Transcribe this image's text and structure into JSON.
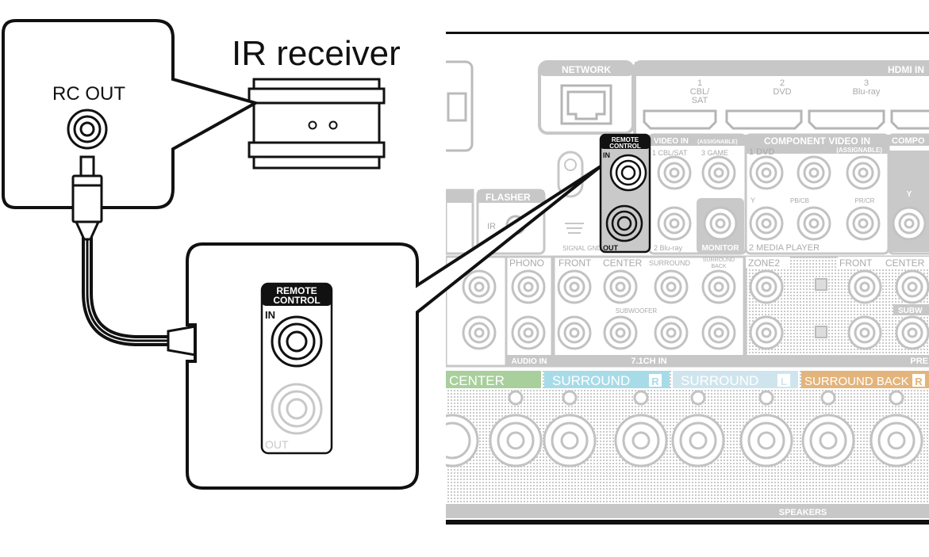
{
  "ir_receiver_title": "IR receiver",
  "callout_left": {
    "label": "RC OUT"
  },
  "callout_bottom": {
    "header": [
      "REMOTE",
      "CONTROL"
    ],
    "in_label": "IN",
    "out_label": "OUT"
  },
  "panel": {
    "network": "NETWORK",
    "hdmi": "HDMI IN",
    "hdmi_inputs": [
      {
        "num": "1",
        "name": "CBL/",
        "name2": "SAT"
      },
      {
        "num": "2",
        "name": "DVD",
        "name2": ""
      },
      {
        "num": "3",
        "name": "Blu-ray",
        "name2": ""
      }
    ],
    "remote_header": [
      "REMOTE",
      "CONTROL"
    ],
    "remote_in": "IN",
    "remote_out": "OUT",
    "video_in": "VIDEO IN",
    "video_in_note": "(ASSIGNABLE)",
    "video_1": "1 CBL/SAT",
    "video_3": "3 GAME",
    "video_2": "2 Blu-ray",
    "monitor": "MONITOR",
    "component_video_in": "COMPONENT VIDEO IN",
    "component_assignable": "(ASSIGNABLE)",
    "component_short": "COMPO",
    "comp_1": "1  DVD",
    "comp_y": "Y",
    "comp_pb": "PB/CB",
    "comp_pr": "PR/CR",
    "comp_2": "2 MEDIA PLAYER",
    "comp_y2": "Y",
    "flasher": "FLASHER",
    "flasher_ir": "IR",
    "signal_gnd": "SIGNAL GND",
    "phono": "PHONO",
    "audio_in": "AUDIO IN",
    "front": "FRONT",
    "center": "CENTER",
    "surround": "SURROUND",
    "surround_back": [
      "SURROUND",
      "BACK"
    ],
    "subwoofer": "SUBWOOFER",
    "ch_in": "7.1CH IN",
    "zone2": "ZONE2",
    "front2": "FRONT",
    "center2": "CENTER",
    "subw": "SUBW",
    "pre": "PRE",
    "spk_center": "CENTER",
    "spk_surround_r": "SURROUND",
    "spk_surround_l": "SURROUND",
    "spk_surround_back": "SURROUND BACK",
    "spk_r": "R",
    "spk_l": "L",
    "speakers": "SPEAKERS",
    "spk_center_color": "#a8cf9c",
    "spk_surround_r_color": "#a7dbe8",
    "spk_surround_l_color": "#cfe5ee",
    "spk_surround_back_color": "#e3b47b"
  }
}
